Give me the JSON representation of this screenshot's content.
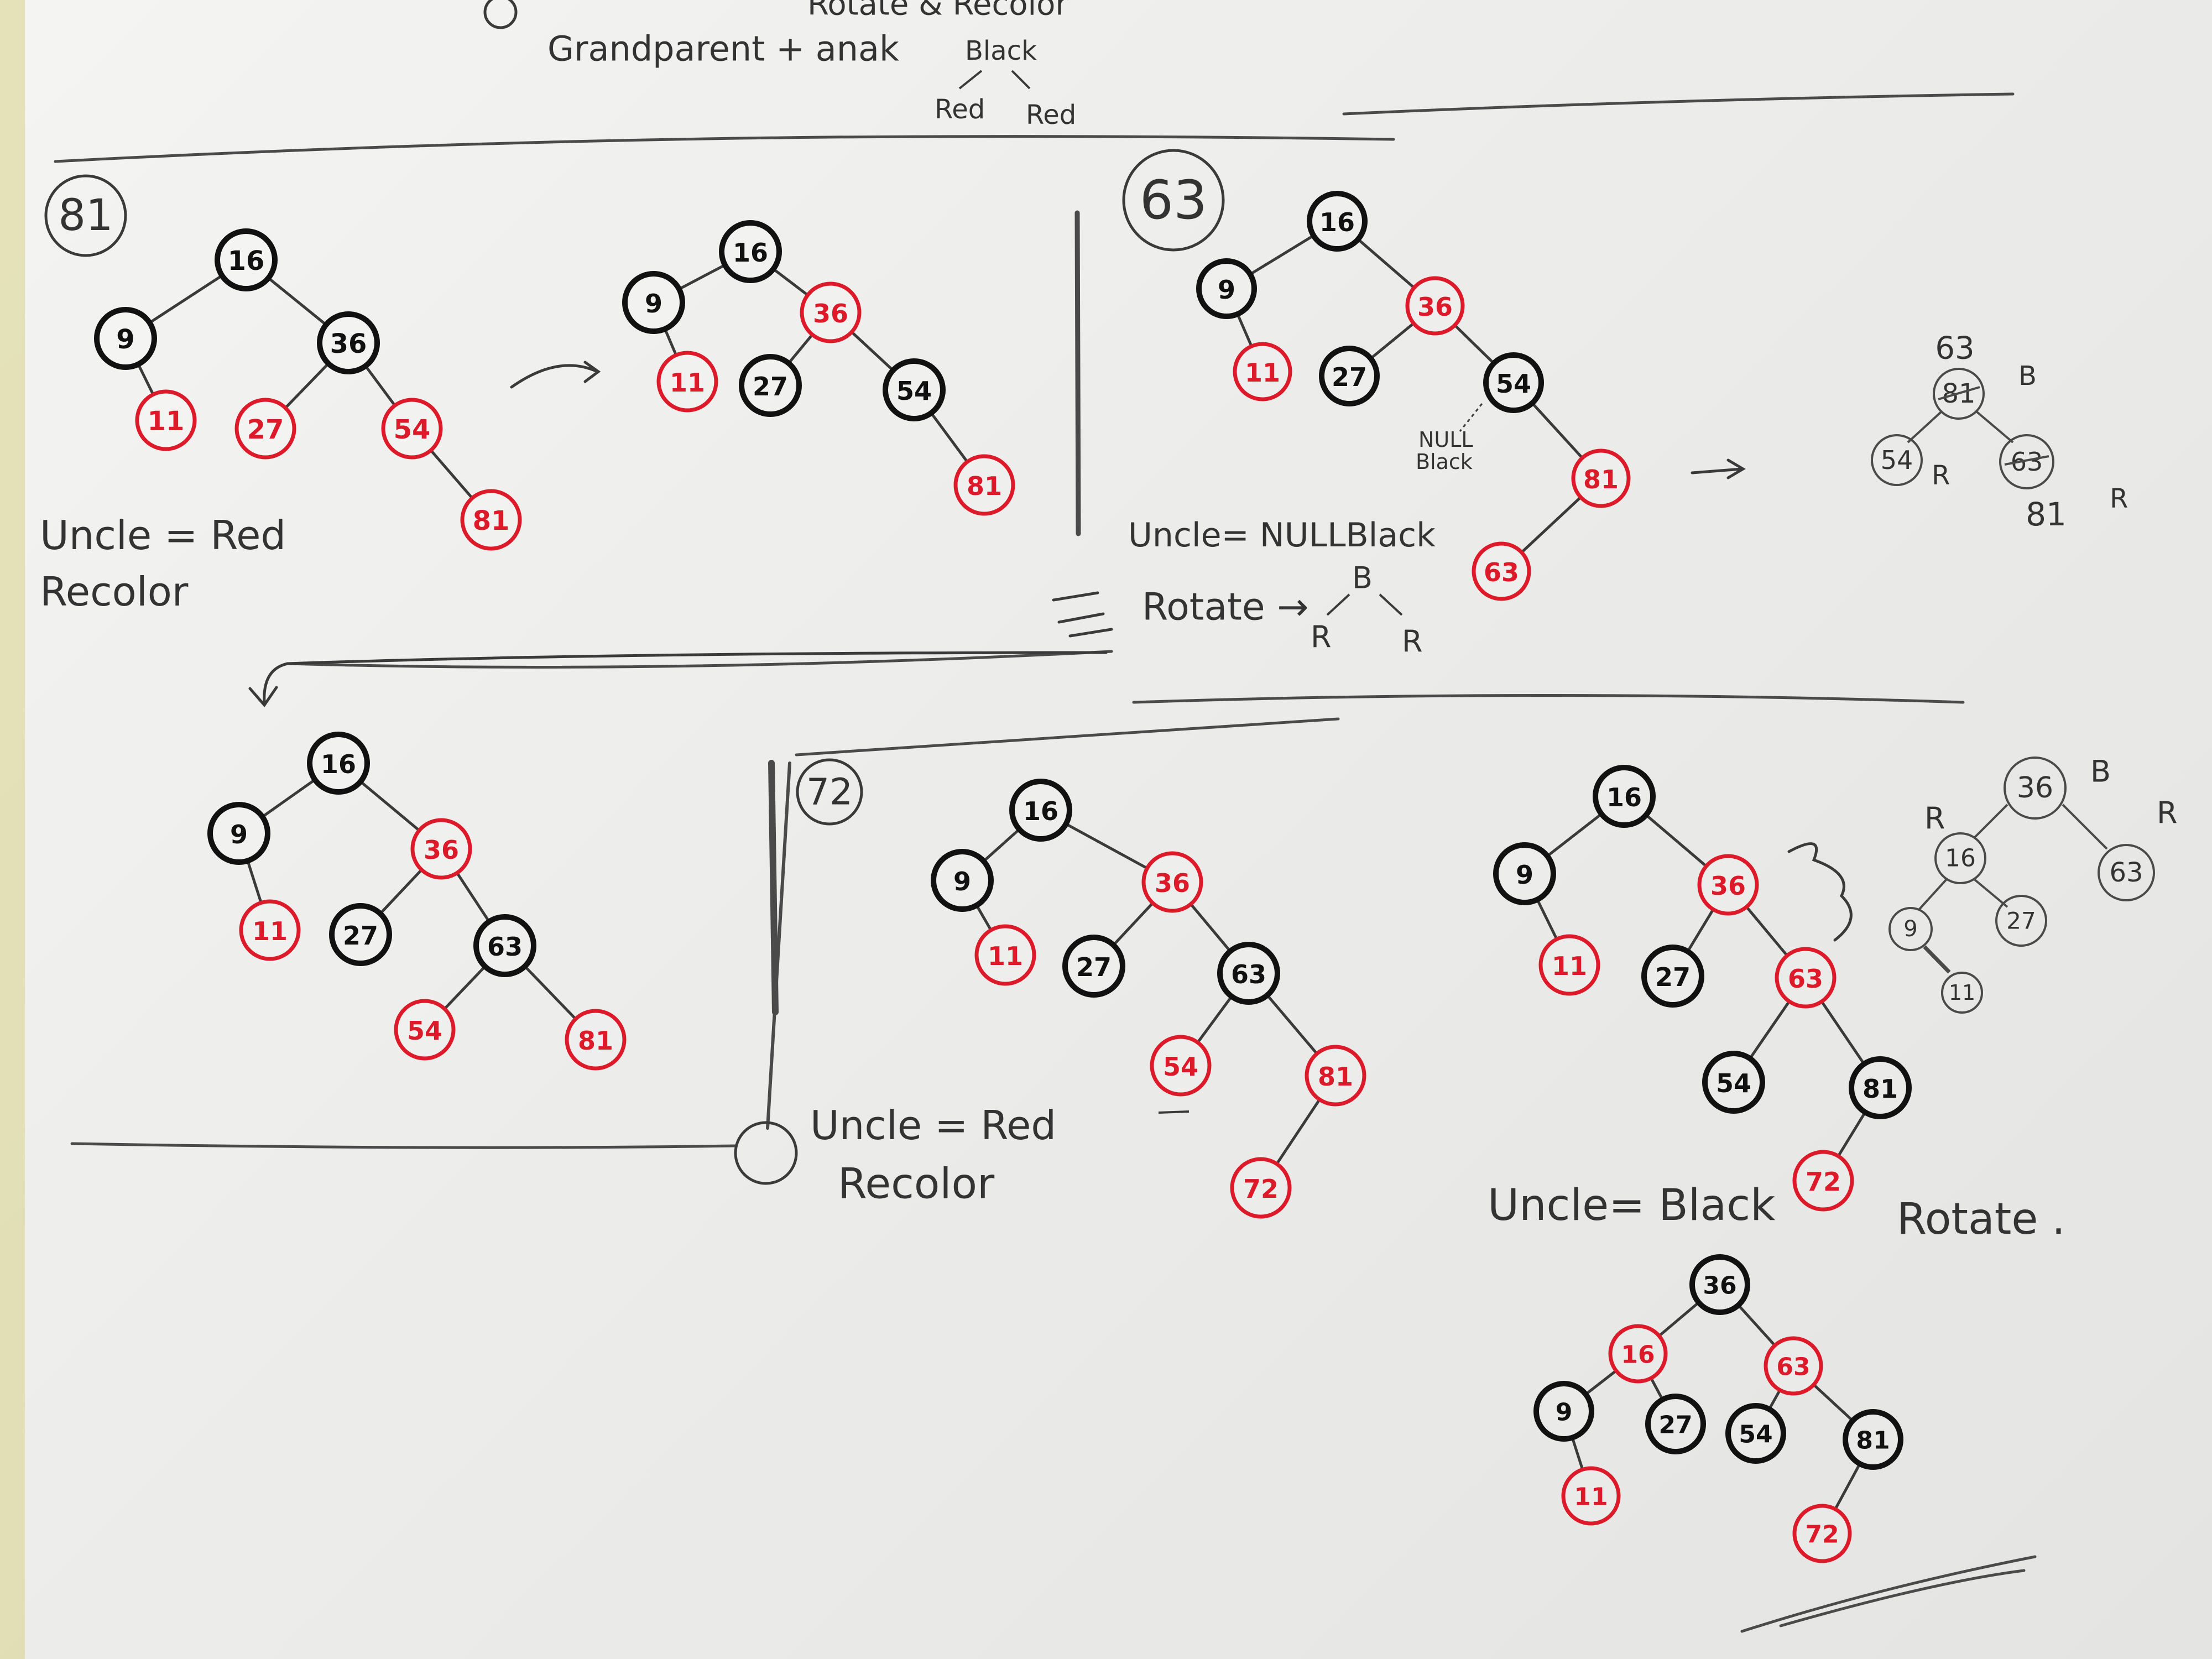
{
  "colors": {
    "red": "#dd1a2a",
    "black": "#111111",
    "pencil": "#3a3a3a",
    "ghost": "#bdbdbd"
  },
  "header": {
    "line1": "Rotate & Recolor",
    "line2": "Grandparent + anak",
    "legend_parent": "Black",
    "legend_left": "Red",
    "legend_right": "Red"
  },
  "sections": {
    "s81": {
      "tag": "81",
      "note_uncle": "Uncle = Red",
      "note_action": "Recolor"
    },
    "s63": {
      "tag": "63",
      "null_label_1": "NULL",
      "null_label_2": "Black",
      "note_uncle": "Uncle= NULLBlack",
      "note_rotate": "Rotate →",
      "mini_b": "B",
      "mini_r1": "R",
      "mini_r2": "R",
      "sketch_top": "63",
      "sketch_top_old": "81",
      "sketch_b": "B",
      "sketch_left": "54",
      "sketch_left_r": "R",
      "sketch_right_old": "63",
      "sketch_right": "81",
      "sketch_right_r": "R"
    },
    "s72": {
      "tag": "72",
      "note_uncle": "Uncle = Red",
      "note_action": "Recolor",
      "note_black": "Uncle= Black",
      "note_rotate": "Rotate .",
      "sketch_root": "36",
      "sketch_b": "B",
      "sketch_r1": "R",
      "sketch_r2": "R",
      "sketch_16": "16",
      "sketch_63": "63",
      "sketch_9": "9",
      "sketch_27": "27",
      "sketch_11": "11"
    }
  },
  "trees": [
    {
      "id": "t81-before",
      "nodes": [
        {
          "id": "16",
          "label": "16",
          "color": "black"
        },
        {
          "id": "9",
          "label": "9",
          "color": "black"
        },
        {
          "id": "36",
          "label": "36",
          "color": "black"
        },
        {
          "id": "11",
          "label": "11",
          "color": "red"
        },
        {
          "id": "27",
          "label": "27",
          "color": "red"
        },
        {
          "id": "54",
          "label": "54",
          "color": "red"
        },
        {
          "id": "81",
          "label": "81",
          "color": "red"
        }
      ],
      "edges": [
        [
          "16",
          "9"
        ],
        [
          "16",
          "36"
        ],
        [
          "9",
          "11"
        ],
        [
          "36",
          "27"
        ],
        [
          "36",
          "54"
        ],
        [
          "54",
          "81"
        ]
      ]
    },
    {
      "id": "t81-after",
      "nodes": [
        {
          "id": "16",
          "label": "16",
          "color": "black"
        },
        {
          "id": "9",
          "label": "9",
          "color": "black"
        },
        {
          "id": "36",
          "label": "36",
          "color": "red"
        },
        {
          "id": "11",
          "label": "11",
          "color": "red"
        },
        {
          "id": "27",
          "label": "27",
          "color": "black"
        },
        {
          "id": "54",
          "label": "54",
          "color": "black"
        },
        {
          "id": "81",
          "label": "81",
          "color": "red"
        }
      ],
      "edges": [
        [
          "16",
          "9"
        ],
        [
          "16",
          "36"
        ],
        [
          "9",
          "11"
        ],
        [
          "36",
          "27"
        ],
        [
          "36",
          "54"
        ],
        [
          "54",
          "81"
        ]
      ]
    },
    {
      "id": "t63-before",
      "nodes": [
        {
          "id": "16",
          "label": "16",
          "color": "black"
        },
        {
          "id": "9",
          "label": "9",
          "color": "black"
        },
        {
          "id": "36",
          "label": "36",
          "color": "red"
        },
        {
          "id": "11",
          "label": "11",
          "color": "red"
        },
        {
          "id": "27",
          "label": "27",
          "color": "black"
        },
        {
          "id": "54",
          "label": "54",
          "color": "black"
        },
        {
          "id": "81",
          "label": "81",
          "color": "red"
        },
        {
          "id": "63",
          "label": "63",
          "color": "red"
        }
      ],
      "edges": [
        [
          "16",
          "9"
        ],
        [
          "16",
          "36"
        ],
        [
          "9",
          "11"
        ],
        [
          "36",
          "27"
        ],
        [
          "36",
          "54"
        ],
        [
          "54",
          "81"
        ],
        [
          "81",
          "63"
        ]
      ]
    },
    {
      "id": "t63-after",
      "nodes": [
        {
          "id": "16",
          "label": "16",
          "color": "black"
        },
        {
          "id": "9",
          "label": "9",
          "color": "black"
        },
        {
          "id": "36",
          "label": "36",
          "color": "red"
        },
        {
          "id": "11",
          "label": "11",
          "color": "red"
        },
        {
          "id": "27",
          "label": "27",
          "color": "black"
        },
        {
          "id": "63",
          "label": "63",
          "color": "black"
        },
        {
          "id": "54",
          "label": "54",
          "color": "red"
        },
        {
          "id": "81",
          "label": "81",
          "color": "red"
        }
      ],
      "edges": [
        [
          "16",
          "9"
        ],
        [
          "16",
          "36"
        ],
        [
          "9",
          "11"
        ],
        [
          "36",
          "27"
        ],
        [
          "36",
          "63"
        ],
        [
          "63",
          "54"
        ],
        [
          "63",
          "81"
        ]
      ]
    },
    {
      "id": "t72-recolor-before",
      "nodes": [
        {
          "id": "16",
          "label": "16",
          "color": "black"
        },
        {
          "id": "9",
          "label": "9",
          "color": "black"
        },
        {
          "id": "36",
          "label": "36",
          "color": "red"
        },
        {
          "id": "11",
          "label": "11",
          "color": "red"
        },
        {
          "id": "27",
          "label": "27",
          "color": "black"
        },
        {
          "id": "63",
          "label": "63",
          "color": "black"
        },
        {
          "id": "54",
          "label": "54",
          "color": "red"
        },
        {
          "id": "81",
          "label": "81",
          "color": "red"
        },
        {
          "id": "72",
          "label": "72",
          "color": "red"
        }
      ],
      "edges": [
        [
          "16",
          "9"
        ],
        [
          "16",
          "36"
        ],
        [
          "9",
          "11"
        ],
        [
          "36",
          "27"
        ],
        [
          "36",
          "63"
        ],
        [
          "63",
          "54"
        ],
        [
          "63",
          "81"
        ],
        [
          "81",
          "72"
        ]
      ]
    },
    {
      "id": "t72-recolor-after",
      "nodes": [
        {
          "id": "16",
          "label": "16",
          "color": "black"
        },
        {
          "id": "9",
          "label": "9",
          "color": "black"
        },
        {
          "id": "36",
          "label": "36",
          "color": "red"
        },
        {
          "id": "11",
          "label": "11",
          "color": "red"
        },
        {
          "id": "27",
          "label": "27",
          "color": "black"
        },
        {
          "id": "63",
          "label": "63",
          "color": "red"
        },
        {
          "id": "54",
          "label": "54",
          "color": "black"
        },
        {
          "id": "81",
          "label": "81",
          "color": "black"
        },
        {
          "id": "72",
          "label": "72",
          "color": "red"
        }
      ],
      "edges": [
        [
          "16",
          "9"
        ],
        [
          "16",
          "36"
        ],
        [
          "9",
          "11"
        ],
        [
          "36",
          "27"
        ],
        [
          "36",
          "63"
        ],
        [
          "63",
          "54"
        ],
        [
          "63",
          "81"
        ],
        [
          "81",
          "72"
        ]
      ]
    },
    {
      "id": "t72-final",
      "nodes": [
        {
          "id": "36",
          "label": "36",
          "color": "black"
        },
        {
          "id": "16",
          "label": "16",
          "color": "red"
        },
        {
          "id": "63",
          "label": "63",
          "color": "red"
        },
        {
          "id": "9",
          "label": "9",
          "color": "black"
        },
        {
          "id": "27",
          "label": "27",
          "color": "black"
        },
        {
          "id": "54",
          "label": "54",
          "color": "black"
        },
        {
          "id": "81",
          "label": "81",
          "color": "black"
        },
        {
          "id": "11",
          "label": "11",
          "color": "red"
        },
        {
          "id": "72",
          "label": "72",
          "color": "red"
        }
      ],
      "edges": [
        [
          "36",
          "16"
        ],
        [
          "36",
          "63"
        ],
        [
          "16",
          "9"
        ],
        [
          "16",
          "27"
        ],
        [
          "63",
          "54"
        ],
        [
          "63",
          "81"
        ],
        [
          "9",
          "11"
        ],
        [
          "81",
          "72"
        ]
      ]
    }
  ]
}
